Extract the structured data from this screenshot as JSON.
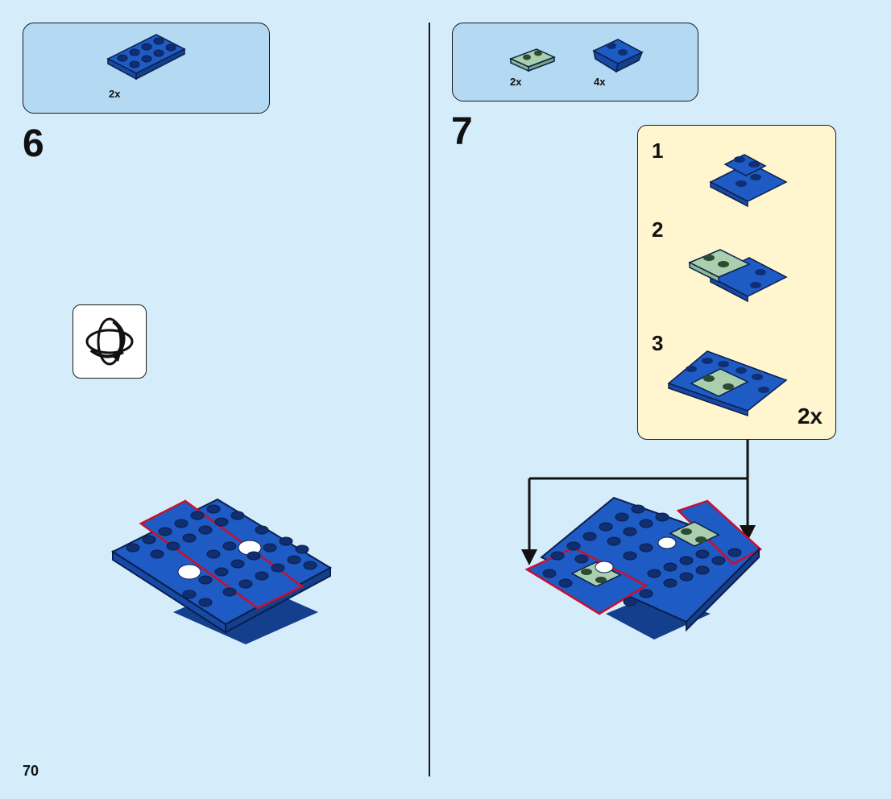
{
  "page": {
    "number": "70"
  },
  "steps": [
    {
      "number": "6",
      "parts": [
        {
          "name": "blue-plate-2x4",
          "quantity": "2x"
        }
      ],
      "rotate_hint": "rotate-icon"
    },
    {
      "number": "7",
      "parts": [
        {
          "name": "sand-green-plate-1x2",
          "quantity": "2x"
        },
        {
          "name": "blue-slope-inverted",
          "quantity": "4x"
        }
      ],
      "subassembly": {
        "substeps": [
          "1",
          "2",
          "3"
        ],
        "multiplier": "2x"
      }
    }
  ],
  "colors": {
    "background": "#d5ecfb",
    "parts_box": "#b4d9f2",
    "subassembly_box": "#fff6d0",
    "brick_blue": "#1f5bc4",
    "brick_dark": "#133f8c",
    "sand_green": "#a9cfae",
    "highlight_red": "#c8102e"
  },
  "icons": [
    "rotate-icon"
  ]
}
